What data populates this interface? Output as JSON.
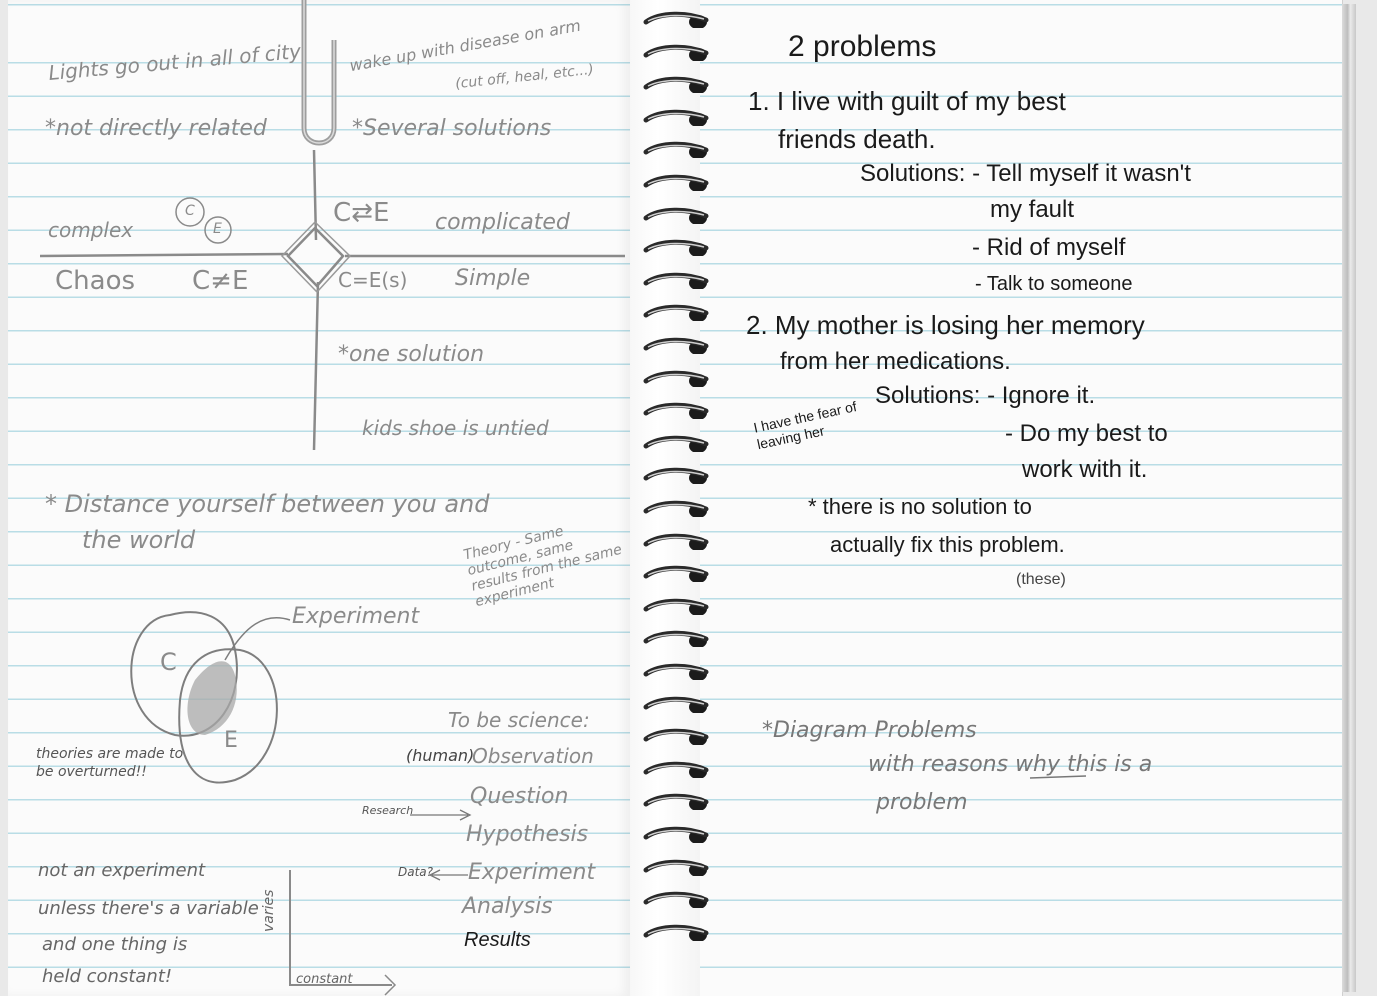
{
  "left_page": {
    "notes": {
      "lights": "Lights go out in all of city",
      "not_direct": "*not directly related",
      "wake": "wake up with disease on arm",
      "wake_sub": "(cut off, heal, etc...)",
      "several": "*Several solutions",
      "complex": "complex",
      "c_e_small_c": "C",
      "c_e_small_e": "E",
      "c_arrow_e": "C⇄E",
      "complicated": "complicated",
      "chaos": "Chaos",
      "c_neq_e": "C≠E",
      "c_eq_e": "C=E(s)",
      "simple": "Simple",
      "one_solution": "*one solution",
      "kids_shoe": "kids shoe is untied",
      "distance_1": "* Distance yourself between you and",
      "distance_2": "the world",
      "experiment": "Experiment",
      "theory": "Theory - Same outcome, same results from the same experiment",
      "venn_c": "C",
      "venn_e": "E",
      "theories": "theories are made to be overturned!!",
      "to_be_science": "To be science:",
      "human": "(human)",
      "observation": "Observation",
      "research": "Research",
      "question": "Question",
      "hypothesis": "Hypothesis",
      "data": "Data?",
      "experiment_step": "Experiment",
      "analysis": "Analysis",
      "results": "Results",
      "not_experiment_1": "not an experiment",
      "not_experiment_2": "unless there's a variable",
      "not_experiment_3": "and one thing is",
      "not_experiment_4": "held constant!",
      "varies": "varies",
      "constant": "constant"
    }
  },
  "right_page": {
    "title": "2 problems",
    "p1_a": "1. I live with guilt of my best",
    "p1_b": "friends death.",
    "p1_sol": "Solutions: - Tell myself it wasn't",
    "p1_sol_b": "my fault",
    "p1_sol_c": "- Rid of myself",
    "p1_sol_d": "- Talk to someone",
    "p2_a": "2. My mother is losing her memory",
    "p2_b": "from her medications.",
    "p2_sol": "Solutions: - Ignore it.",
    "p2_sol_b": "- Do my best to",
    "p2_sol_c": "work with it.",
    "margin_note": "I have the fear of leaving her",
    "no_solution_a": "* there is no solution to",
    "no_solution_b": "actually fix this problem.",
    "no_solution_c": "(these)",
    "diagram_a": "*Diagram Problems",
    "diagram_b_1": "with reasons",
    "diagram_b_why": "why",
    "diagram_b_2": "this is a",
    "diagram_c": "problem"
  }
}
